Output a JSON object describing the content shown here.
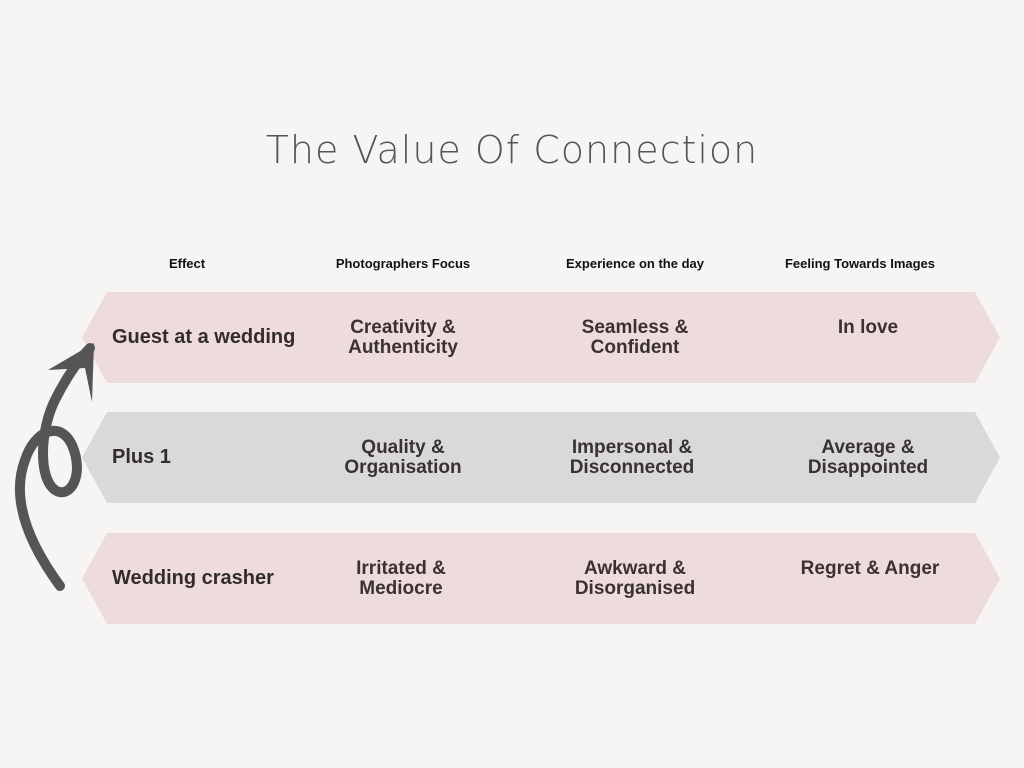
{
  "title": "The Value Of Connection",
  "headers": [
    "Effect",
    "Photographers Focus",
    "Experience on the day",
    "Feeling Towards Images"
  ],
  "rows": [
    {
      "label": "Guest at a wedding",
      "focus": [
        "Creativity &",
        "Authenticity"
      ],
      "experience": [
        "Seamless &",
        "Confident"
      ],
      "feeling": [
        "In love",
        ""
      ],
      "color": "#eedbdb"
    },
    {
      "label": "Plus 1",
      "focus": [
        "Quality &",
        "Organisation"
      ],
      "experience": [
        "Impersonal &",
        "Disconnected"
      ],
      "feeling": [
        "Average &",
        "Disappointed"
      ],
      "color": "#d9d9d9"
    },
    {
      "label": "Wedding crasher",
      "focus": [
        "Irritated &",
        "Mediocre"
      ],
      "experience": [
        "Awkward &",
        "Disorganised"
      ],
      "feeling": [
        "Regret & Anger",
        ""
      ],
      "color": "#eedbdb"
    }
  ],
  "arrow_color": "#555555"
}
